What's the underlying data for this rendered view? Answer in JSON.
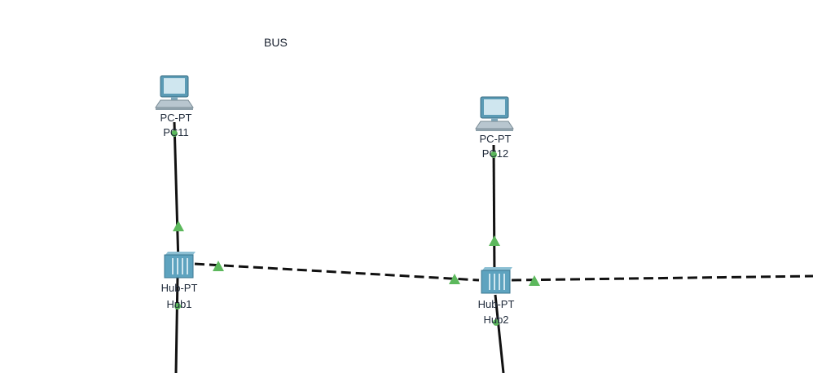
{
  "canvas": {
    "note": "BUS"
  },
  "devices": [
    {
      "id": "pc1",
      "type": "PC-PT",
      "name": "PC11",
      "icon": "pc-icon"
    },
    {
      "id": "pc2",
      "type": "PC-PT",
      "name": "PC12",
      "icon": "pc-icon"
    },
    {
      "id": "hub1",
      "type": "Hub-PT",
      "name": "Hub1",
      "icon": "hub-icon"
    },
    {
      "id": "hub2",
      "type": "Hub-PT",
      "name": "Hub2",
      "icon": "hub-icon"
    }
  ],
  "links": [
    {
      "from": "pc1",
      "to": "hub1",
      "cable": "copper-straight-through",
      "status": "up"
    },
    {
      "from": "pc2",
      "to": "hub2",
      "cable": "copper-straight-through",
      "status": "up"
    },
    {
      "from": "hub1",
      "to": "hub2",
      "cable": "copper-cross-over",
      "status": "up"
    },
    {
      "from": "hub2",
      "to": "offscreen-right",
      "cable": "copper-cross-over",
      "status": "up"
    },
    {
      "from": "hub1",
      "to": "offscreen-bottom",
      "cable": "copper-straight-through",
      "status": "up"
    },
    {
      "from": "hub2",
      "to": "offscreen-bottom",
      "cable": "copper-straight-through",
      "status": "up"
    }
  ],
  "colors": {
    "link": "#111111",
    "link_up_indicator": "#5cb85c",
    "device_body": "#5b9bb5",
    "label": "#1f2a3a"
  }
}
